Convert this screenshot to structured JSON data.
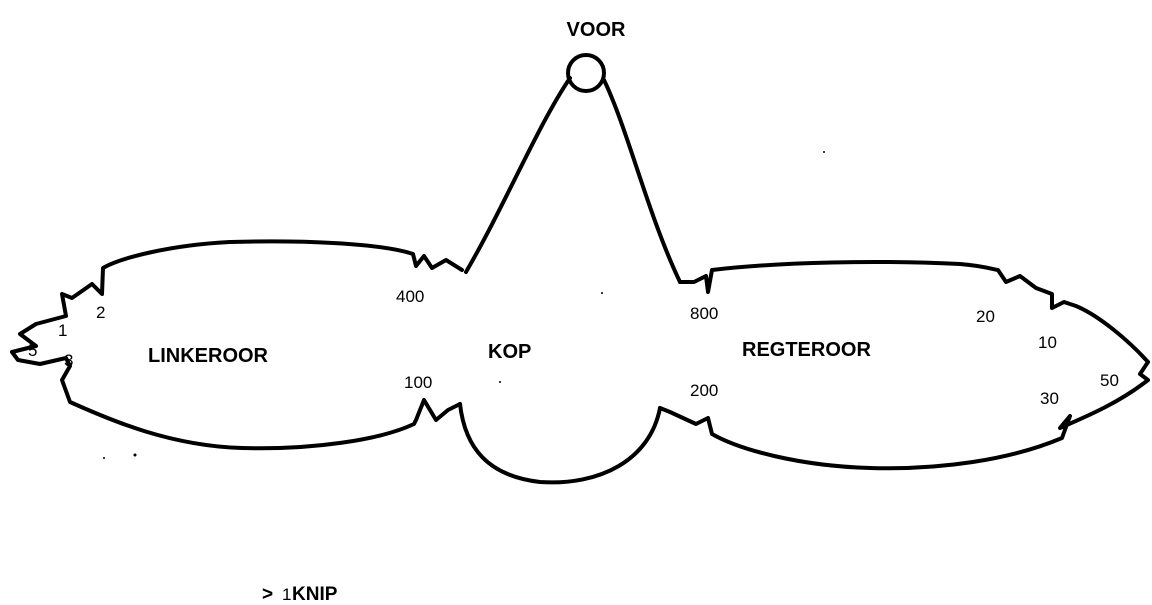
{
  "labels": {
    "front": "VOOR",
    "left_ear": "LINKEROOR",
    "head": "KOP",
    "right_ear": "REGTEROOR"
  },
  "notch_values": {
    "v400": "400",
    "v100": "100",
    "v800": "800",
    "v200": "200",
    "v1": "1",
    "v2": "2",
    "v3": "3",
    "v5": "5",
    "v10": "10",
    "v20": "20",
    "v30": "30",
    "v50": "50"
  },
  "legend": {
    "symbol": ">",
    "count": "1",
    "text": "KNIP"
  }
}
